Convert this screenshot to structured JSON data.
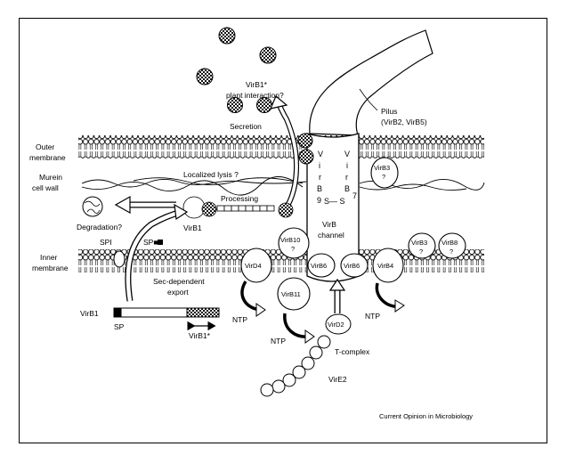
{
  "diagram": {
    "membranes": {
      "outer": [
        "Outer",
        "membrane"
      ],
      "cell_wall": [
        "Murein",
        "cell wall"
      ],
      "inner": [
        "Inner",
        "membrane"
      ]
    },
    "labels": {
      "virb1_star_top": "VirB1*",
      "plant_interaction": "plant interaction?",
      "secretion": "Secretion",
      "pilus": [
        "Pilus",
        "(VirB2, VirB5)"
      ],
      "localized_lysis": "Localized lysis ?",
      "processing": "Processing",
      "degradation": "Degradation?",
      "virb1_mid": "VirB1",
      "spi": "SPI",
      "sp_square": "SP■",
      "sec_export": [
        "Sec-dependent",
        "export"
      ],
      "virb1_left": "VirB1",
      "sp": "SP",
      "virb1_star_bottom": "VirB1*",
      "virb_channel": [
        "VirB",
        "channel"
      ],
      "virb9_letters": [
        "V",
        "i",
        "r",
        "B"
      ],
      "virb9_num": "9",
      "virb7_letters": [
        "V",
        "i",
        "r",
        "B"
      ],
      "virb7_num": "7",
      "disulfide": "S— S",
      "t_complex": "T-complex",
      "vire2": "VirE2",
      "credit": "Current Opinion in Microbiology"
    },
    "proteins": {
      "virb3_outer": [
        "VirB3",
        "?"
      ],
      "virb10": [
        "VirB10",
        "?"
      ],
      "virb6_left": "VirB6",
      "virb6_right": "VirB6",
      "vird4": "VirD4",
      "virb11": "VirB11",
      "vird2": "VirD2",
      "virb4": "VirB4",
      "virb3_inner": [
        "VirB3",
        "?"
      ],
      "virb8": [
        "VirB8",
        "?"
      ]
    },
    "ntp": [
      "NTP",
      "NTP",
      "NTP"
    ]
  }
}
